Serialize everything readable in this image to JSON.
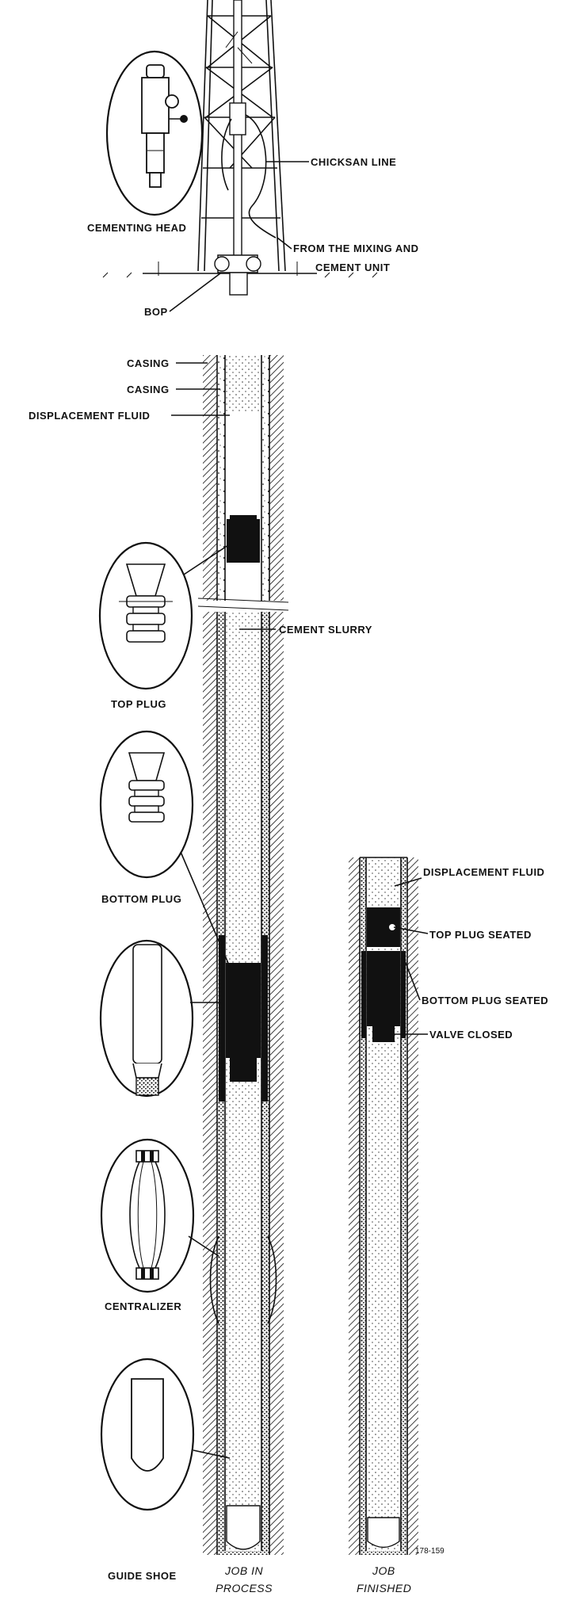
{
  "labels": {
    "cementing_head": "CEMENTING HEAD",
    "chicksan_line": "CHICKSAN LINE",
    "from_mixing_1": "FROM THE MIXING AND",
    "from_mixing_2": "CEMENT UNIT",
    "bop": "BOP",
    "casing_1": "CASING",
    "casing_2": "CASING",
    "displacement_fluid": "DISPLACEMENT FLUID",
    "cement_slurry": "CEMENT SLURRY",
    "top_plug": "TOP PLUG",
    "bottom_plug": "BOTTOM PLUG",
    "centralizer": "CENTRALIZER",
    "guide_shoe": "GUIDE SHOE",
    "job_in_process_1": "JOB IN",
    "job_in_process_2": "PROCESS",
    "displacement_fluid_2": "DISPLACEMENT FLUID",
    "top_plug_seated": "TOP PLUG SEATED",
    "bottom_plug_seated": "BOTTOM PLUG SEATED",
    "valve_closed": "VALVE CLOSED",
    "job_finished_1": "JOB",
    "job_finished_2": "FINISHED",
    "figure_number": "178-159"
  },
  "colors": {
    "ink": "#111111",
    "paper": "#ffffff"
  },
  "icons": {
    "cementing_head": "cementing-head-icon",
    "top_plug": "top-plug-icon",
    "bottom_plug": "bottom-plug-icon",
    "float_collar": "float-collar-icon",
    "centralizer": "centralizer-icon",
    "guide_shoe": "guide-shoe-icon"
  }
}
